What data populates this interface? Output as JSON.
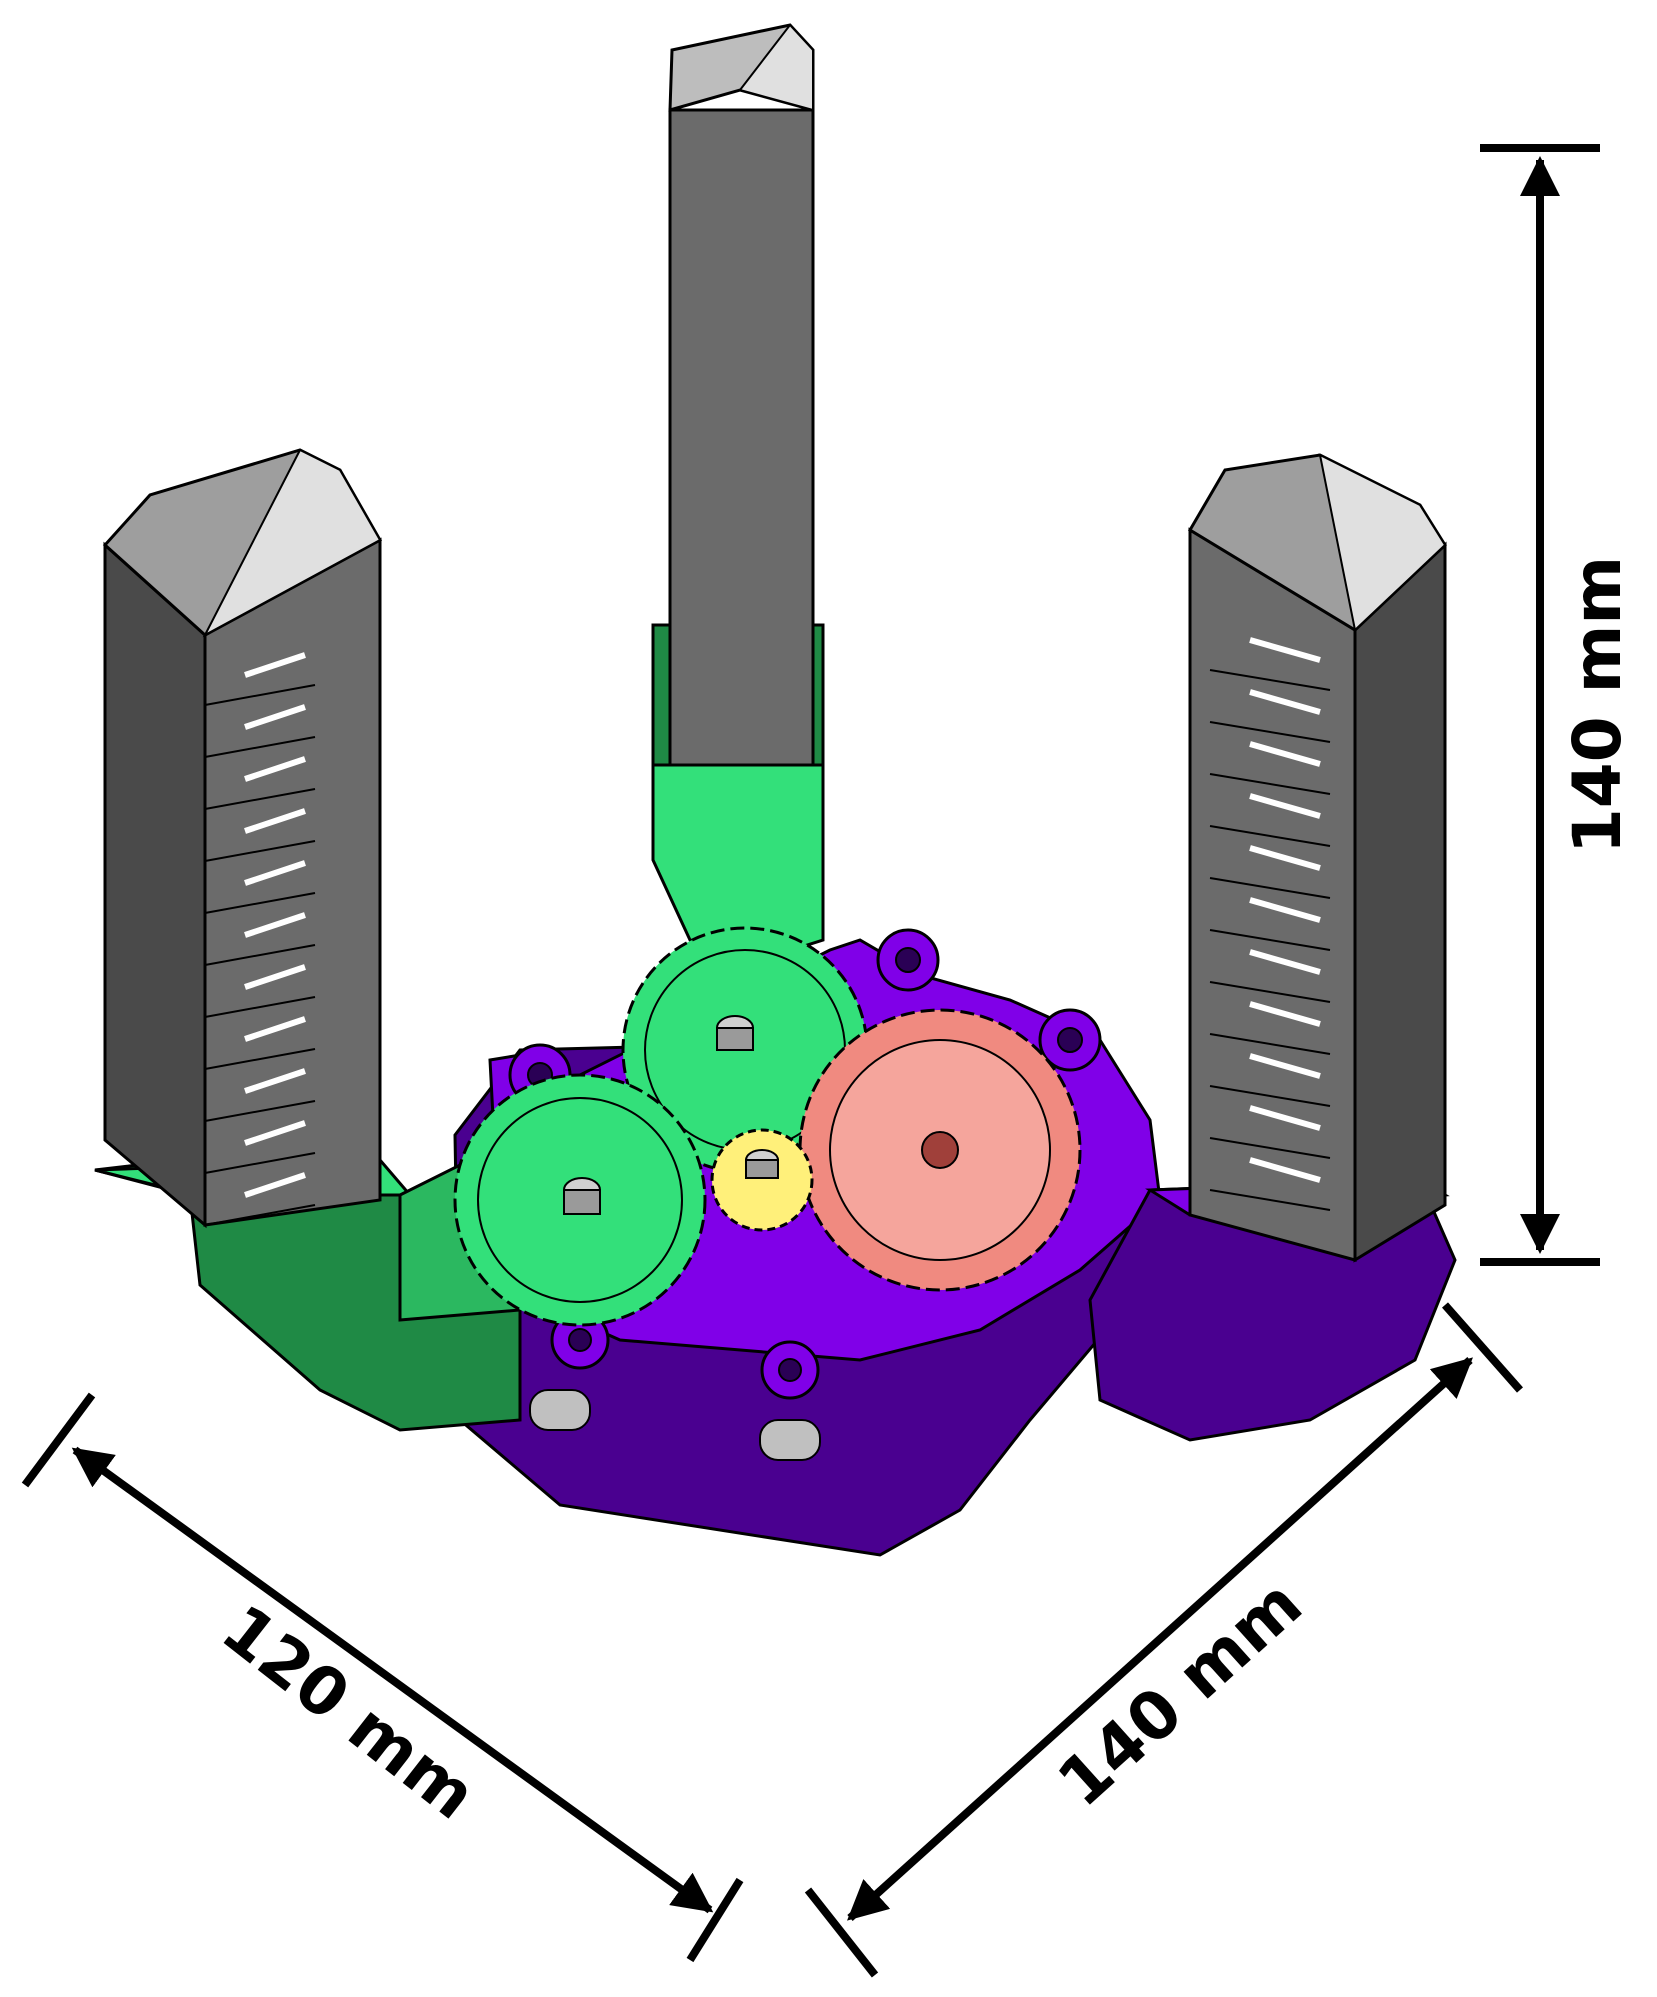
{
  "dimensions": {
    "height": "140 mm",
    "width_right": "140 mm",
    "depth_left": "120 mm"
  },
  "colors": {
    "finger_gray": "#6b6b6b",
    "finger_gray_dark": "#4a4a4a",
    "finger_tip_light": "#d9d9d9",
    "base_green": "#1f8a45",
    "base_green_light": "#33e07a",
    "housing_purple": "#8000e8",
    "housing_purple_dark": "#4a0090",
    "gear_salmon": "#f08a80",
    "gear_yellow": "#fff07a",
    "outline": "#000000"
  }
}
